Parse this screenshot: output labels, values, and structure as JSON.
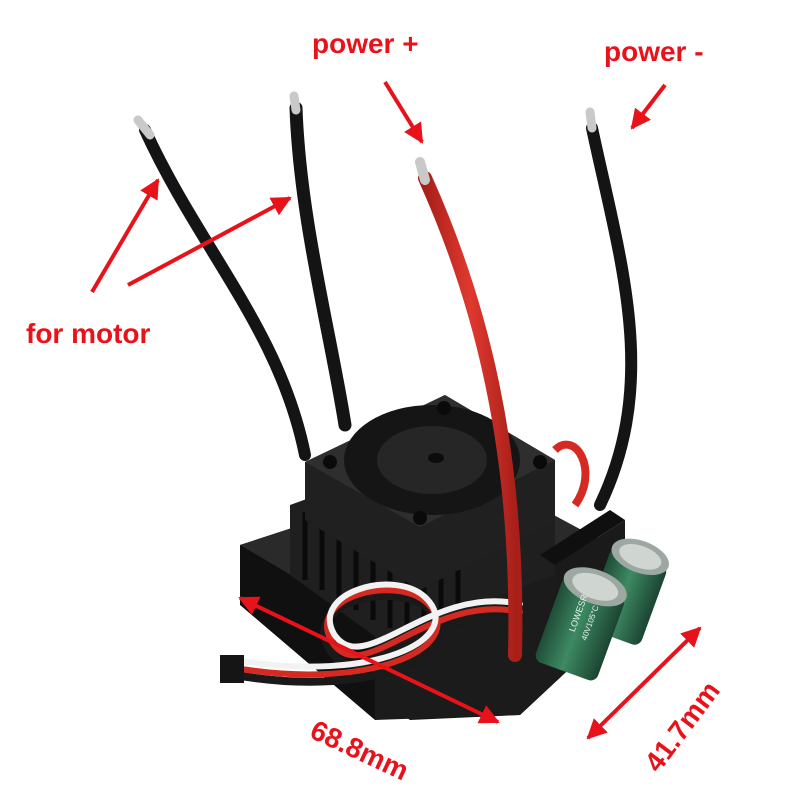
{
  "labels": {
    "power_plus": "power +",
    "power_minus": "power -",
    "for_motor": "for motor",
    "length": "68.8mm",
    "width": "41.7mm"
  },
  "capacitor_text": {
    "top": "LOWESR",
    "rating": "40V105°C"
  },
  "colors": {
    "annotation": "#e8121b",
    "wire_red": "#d42a22",
    "wire_black": "#141414",
    "body": "#1c1c1c",
    "capacitor": "#2f6b4e",
    "solder_tip": "#c9c9c9"
  },
  "icons": [
    "fan-icon",
    "heatsink-icon",
    "capacitor-icon",
    "arrow-icon"
  ]
}
